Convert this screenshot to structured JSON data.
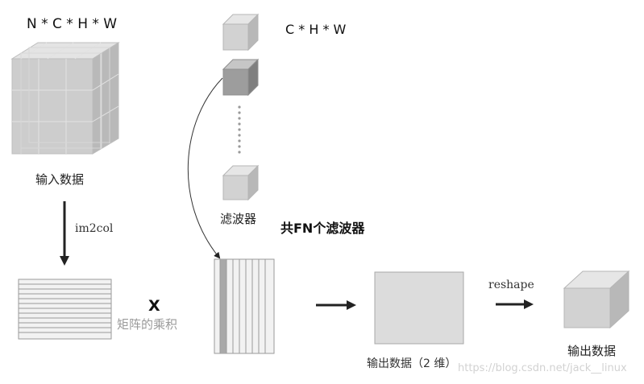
{
  "labels": {
    "input_shape": "N * C * H * W",
    "filter_shape": "C * H * W",
    "input_data": "输入数据",
    "im2col": "im2col",
    "filter": "滤波器",
    "fn_filters": "共FN个滤波器",
    "multiply": "X",
    "matrix_product": "矩阵的乘积",
    "output_2d": "输出数据（2 维）",
    "reshape": "reshape",
    "output_data": "输出数据",
    "watermark": "https://blog.csdn.net/jack__linux"
  },
  "colors": {
    "cube_top": "#e6e6e6",
    "cube_front": "#cfcfcf",
    "cube_side": "#b4b4b4",
    "dark_cube_front": "#9a9a9a",
    "dark_cube_top": "#c4c4c4",
    "dark_cube_side": "#7d7d7d",
    "matrix_fill": "#f1f1f1",
    "output_fill": "#dcdcdc",
    "arrow": "#222222",
    "highlight_column": "#a9a9a9",
    "watermark": "#d7d7d7"
  }
}
